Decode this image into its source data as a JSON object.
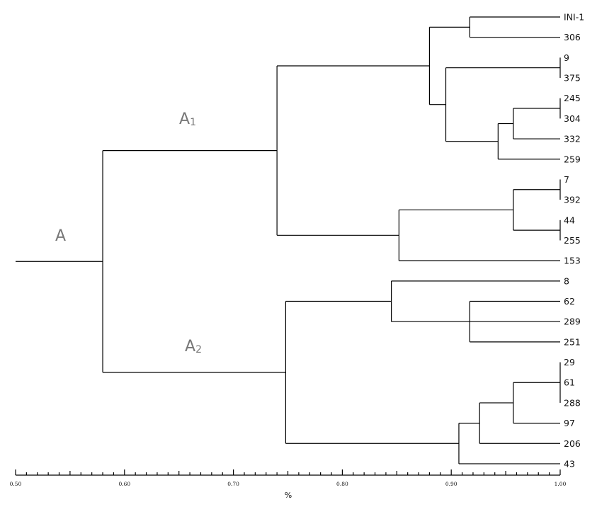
{
  "dendrogram": {
    "leaves": [
      "INI-1",
      "306",
      "9",
      "375",
      "245",
      "304",
      "332",
      "259",
      "7",
      "392",
      "44",
      "255",
      "153",
      "8",
      "62",
      "289",
      "251",
      "29",
      "61",
      "288",
      "97",
      "206",
      "43"
    ],
    "clusters": [
      {
        "label": "A",
        "sub": ""
      },
      {
        "label": "A",
        "sub": "1"
      },
      {
        "label": "A",
        "sub": "2"
      }
    ],
    "axis": {
      "title": "%",
      "min": 0.5,
      "max": 1.0,
      "major_ticks": [
        "0.50",
        "0.60",
        "0.70",
        "0.80",
        "0.90",
        "1.00"
      ],
      "minor_step": 0.01
    },
    "tree": {
      "h": 0.58,
      "children": [
        {
          "h": 0.74,
          "children": [
            {
              "h": 0.88,
              "children": [
                {
                  "h": 0.917,
                  "children": [
                    {
                      "leaf": "INI-1"
                    },
                    {
                      "leaf": "306"
                    }
                  ]
                },
                {
                  "h": 0.895,
                  "children": [
                    {
                      "h": 1.0,
                      "children": [
                        {
                          "leaf": "9"
                        },
                        {
                          "leaf": "375"
                        }
                      ]
                    },
                    {
                      "h": 0.943,
                      "children": [
                        {
                          "h": 0.957,
                          "children": [
                            {
                              "h": 1.0,
                              "children": [
                                {
                                  "leaf": "245"
                                },
                                {
                                  "leaf": "304"
                                }
                              ]
                            },
                            {
                              "leaf": "332"
                            }
                          ]
                        },
                        {
                          "leaf": "259"
                        }
                      ]
                    }
                  ]
                }
              ]
            },
            {
              "h": 0.852,
              "children": [
                {
                  "h": 0.957,
                  "children": [
                    {
                      "h": 1.0,
                      "children": [
                        {
                          "leaf": "7"
                        },
                        {
                          "leaf": "392"
                        }
                      ]
                    },
                    {
                      "h": 1.0,
                      "children": [
                        {
                          "leaf": "44"
                        },
                        {
                          "leaf": "255"
                        }
                      ]
                    }
                  ]
                },
                {
                  "leaf": "153"
                }
              ]
            }
          ]
        },
        {
          "h": 0.748,
          "children": [
            {
              "h": 0.845,
              "children": [
                {
                  "leaf": "8"
                },
                {
                  "h": 0.917,
                  "children": [
                    {
                      "leaf": "62"
                    },
                    {
                      "leaf": "289"
                    },
                    {
                      "leaf": "251"
                    }
                  ]
                }
              ]
            },
            {
              "h": 0.907,
              "children": [
                {
                  "h": 0.926,
                  "children": [
                    {
                      "h": 0.957,
                      "children": [
                        {
                          "h": 1.0,
                          "children": [
                            {
                              "leaf": "29"
                            },
                            {
                              "leaf": "61"
                            },
                            {
                              "leaf": "288"
                            }
                          ]
                        },
                        {
                          "leaf": "97"
                        }
                      ]
                    },
                    {
                      "leaf": "206"
                    }
                  ]
                },
                {
                  "leaf": "43"
                }
              ]
            }
          ]
        }
      ]
    }
  }
}
